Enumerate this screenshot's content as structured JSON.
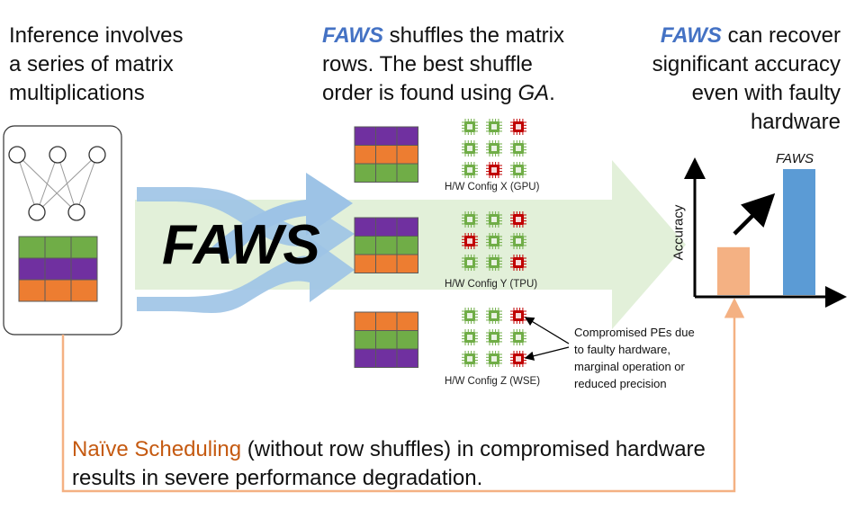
{
  "left_text": {
    "line1": "Inference involves",
    "line2": "a series of matrix",
    "line3": "multiplications"
  },
  "center_text": {
    "faws": "FAWS",
    "line1_rest": " shuffles the matrix",
    "line2": "rows. The best shuffle",
    "line3_pre": "order is found using ",
    "ga": "GA",
    "line3_post": "."
  },
  "right_text": {
    "faws": "FAWS",
    "line1_rest": " can recover",
    "line2": "significant accuracy",
    "line3": "even with faulty",
    "line4": "hardware"
  },
  "big_label": "FAWS",
  "configs": [
    {
      "label": "H/W Config X (GPU)"
    },
    {
      "label": "H/W Config Y (TPU)"
    },
    {
      "label": "H/W Config Z (WSE)"
    }
  ],
  "compromised_note": {
    "line1": "Compromised  PEs due",
    "line2": "to faulty hardware,",
    "line3": "marginal operation or",
    "line4": "reduced precision"
  },
  "chart_data": {
    "type": "bar",
    "ylabel": "Accuracy",
    "categories": [
      "Naïve",
      "FAWS"
    ],
    "bar_labels": [
      "",
      "FAWS"
    ],
    "values": [
      0.38,
      1.0
    ],
    "colors": [
      "#f4b183",
      "#5b9bd5"
    ]
  },
  "bottom_text": {
    "naive": "Naïve Scheduling",
    "line1_rest": " (without row shuffles) in compromised hardware",
    "line2": "results in severe performance degradation."
  },
  "colors": {
    "accent": "#4472c4",
    "orange_text": "#c55a11",
    "green": "#70ad47",
    "purple": "#7030a0",
    "orange": "#ed7d31",
    "pe_green": "#70ad47",
    "pe_red": "#c00000",
    "arrow_blue": "#9dc3e6",
    "arrow_bg": "#e2f0d9"
  }
}
